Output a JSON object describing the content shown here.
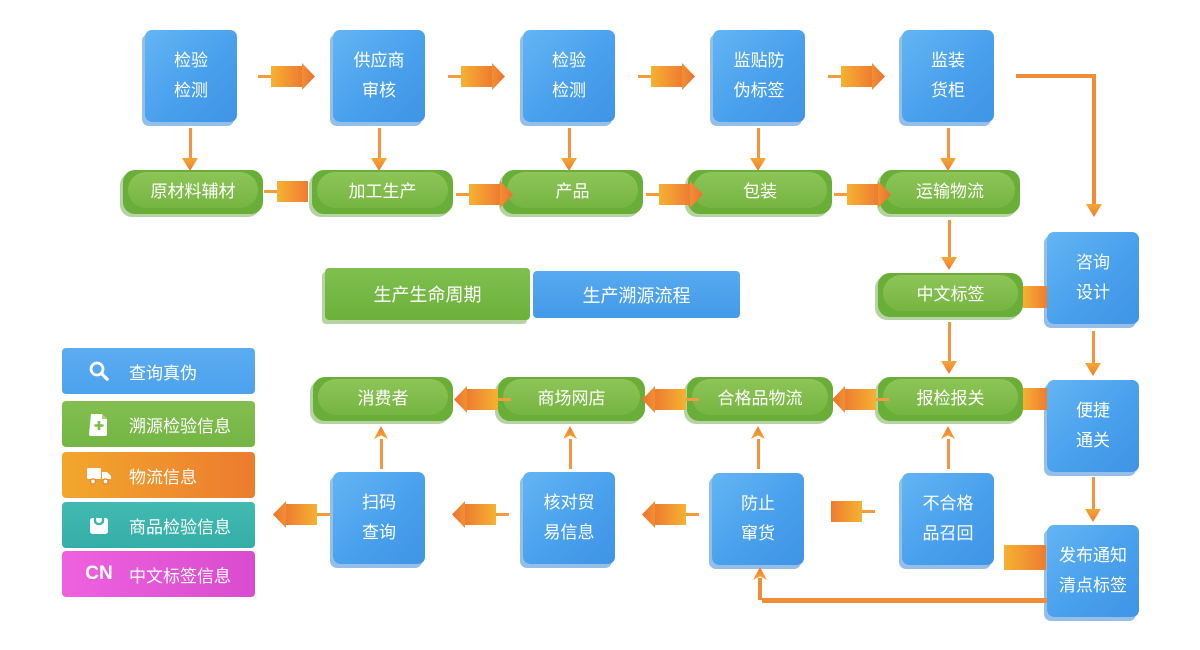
{
  "diagram": {
    "top_boxes": [
      "检验\n检测",
      "供应商\n审核",
      "检验\n检测",
      "监贴防\n伪标签",
      "监装\n货柜"
    ],
    "lifecycle_pills": [
      "原材料辅材",
      "加工生产",
      "产品",
      "包装",
      "运输物流"
    ],
    "trace_pills": {
      "cn_label": "中文标签",
      "customs": "报检报关",
      "qualified_logistics": "合格品物流",
      "mall": "商场网店",
      "consumer": "消费者"
    },
    "right_boxes": {
      "consult": "咨询\n设计",
      "clearance": "便捷\n通关",
      "notice": "发布通知\n清点标签"
    },
    "bottom_boxes": {
      "scan": "扫码\n查询",
      "verify": "核对贸\n易信息",
      "prevent": "防止\n窜货",
      "recall": "不合格\n品召回"
    },
    "tabs": {
      "lifecycle": "生产生命周期",
      "trace": "生产溯源流程"
    }
  },
  "legend": {
    "items": [
      {
        "label": "查询真伪",
        "icon": "search-icon"
      },
      {
        "label": "溯源检验信息",
        "icon": "file-plus-icon"
      },
      {
        "label": "物流信息",
        "icon": "truck-icon"
      },
      {
        "label": "商品检验信息",
        "icon": "shopping-bag-icon"
      },
      {
        "label": "中文标签信息",
        "icon": "cn-label-icon",
        "icon_text": "CN"
      }
    ]
  },
  "colors": {
    "box_blue": "#4aa0ea",
    "pill_green": "#74b63f",
    "arrow_orange": "#ee7c31",
    "legend_blue": "#55a8ef",
    "legend_green": "#7cba4a",
    "legend_orange": "#f09a2e",
    "legend_teal": "#3cb4ad",
    "legend_magenta": "#e356d7"
  }
}
